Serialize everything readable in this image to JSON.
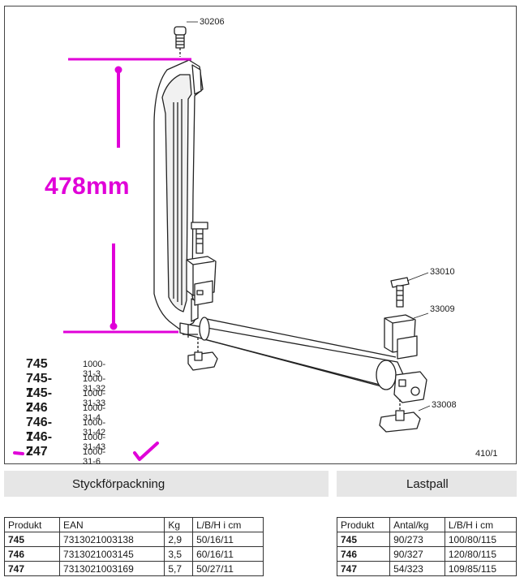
{
  "parts": {
    "screw": "30206",
    "knob": "33010",
    "clamp": "33009",
    "bracket": "33008"
  },
  "measurement": "478mm",
  "models": [
    {
      "num": "745",
      "code": "1000-31-3"
    },
    {
      "num": "745-1",
      "code": "1000-31-32"
    },
    {
      "num": "745-2",
      "code": "1000-31-33"
    },
    {
      "num": "746",
      "code": "1000-31-4"
    },
    {
      "num": "746-1",
      "code": "1000-31-42"
    },
    {
      "num": "746-2",
      "code": "1000-31-43"
    },
    {
      "num": "747",
      "code": "1000-31-6"
    }
  ],
  "page_ref": "410/1",
  "bands": {
    "left": "Styckförpackning",
    "right": "Lastpall"
  },
  "table_left": {
    "headers": [
      "Produkt",
      "EAN",
      "Kg",
      "L/B/H i cm"
    ],
    "rows": [
      [
        "745",
        "7313021003138",
        "2,9",
        "50/16/11"
      ],
      [
        "746",
        "7313021003145",
        "3,5",
        "60/16/11"
      ],
      [
        "747",
        "7313021003169",
        "5,7",
        "50/27/11"
      ]
    ]
  },
  "table_right": {
    "headers": [
      "Produkt",
      "Antal/kg",
      "L/B/H i cm"
    ],
    "rows": [
      [
        "745",
        "90/273",
        "100/80/115"
      ],
      [
        "746",
        "90/327",
        "120/80/115"
      ],
      [
        "747",
        "54/323",
        "109/85/115"
      ]
    ]
  },
  "colors": {
    "annotation": "#e000d8",
    "band": "#e6e6e6"
  }
}
